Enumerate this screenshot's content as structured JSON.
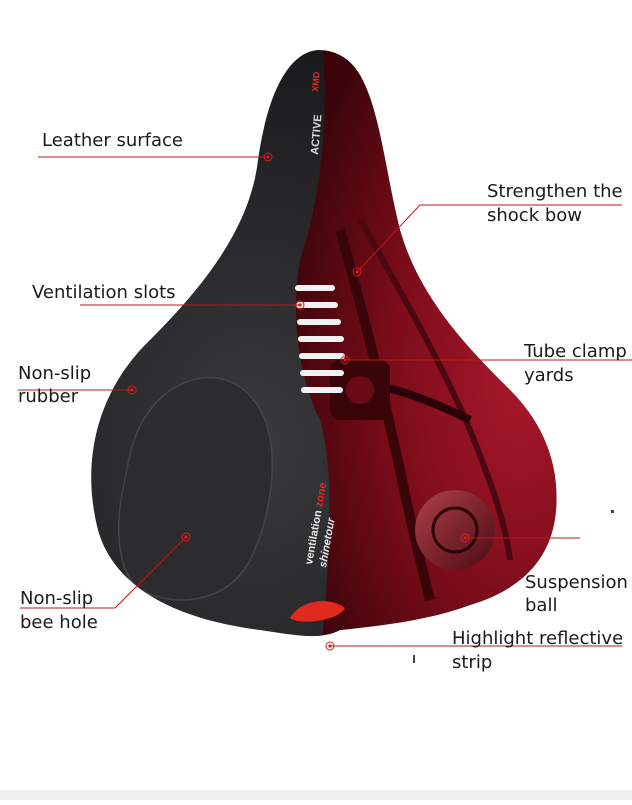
{
  "labels": {
    "leather_surface": "Leather surface",
    "strengthen_line1": "Strengthen the",
    "strengthen_line2": "shock bow",
    "ventilation_slots": "Ventilation slots",
    "tube_clamp_line1": "Tube clamp",
    "tube_clamp_line2": "yards",
    "non_slip_rubber_line1": "Non-slip",
    "non_slip_rubber_line2": "rubber",
    "suspension_line1": "Suspension",
    "suspension_line2": "ball",
    "bee_hole_line1": "Non-slip",
    "bee_hole_line2": "bee hole",
    "reflective_line1": "Highlight reflective",
    "reflective_line2": "strip"
  },
  "saddle": {
    "brand_text": "ACTIVE",
    "brand_suffix": "XMD",
    "side_text_line1_a": "ventilation",
    "side_text_line1_b": "zone",
    "side_text_line2": "shinetour"
  },
  "colors": {
    "leather": "#1c1c1e",
    "shell_red": "#8a1020",
    "accent_red": "#d42020",
    "reflector": "#e02a20"
  }
}
